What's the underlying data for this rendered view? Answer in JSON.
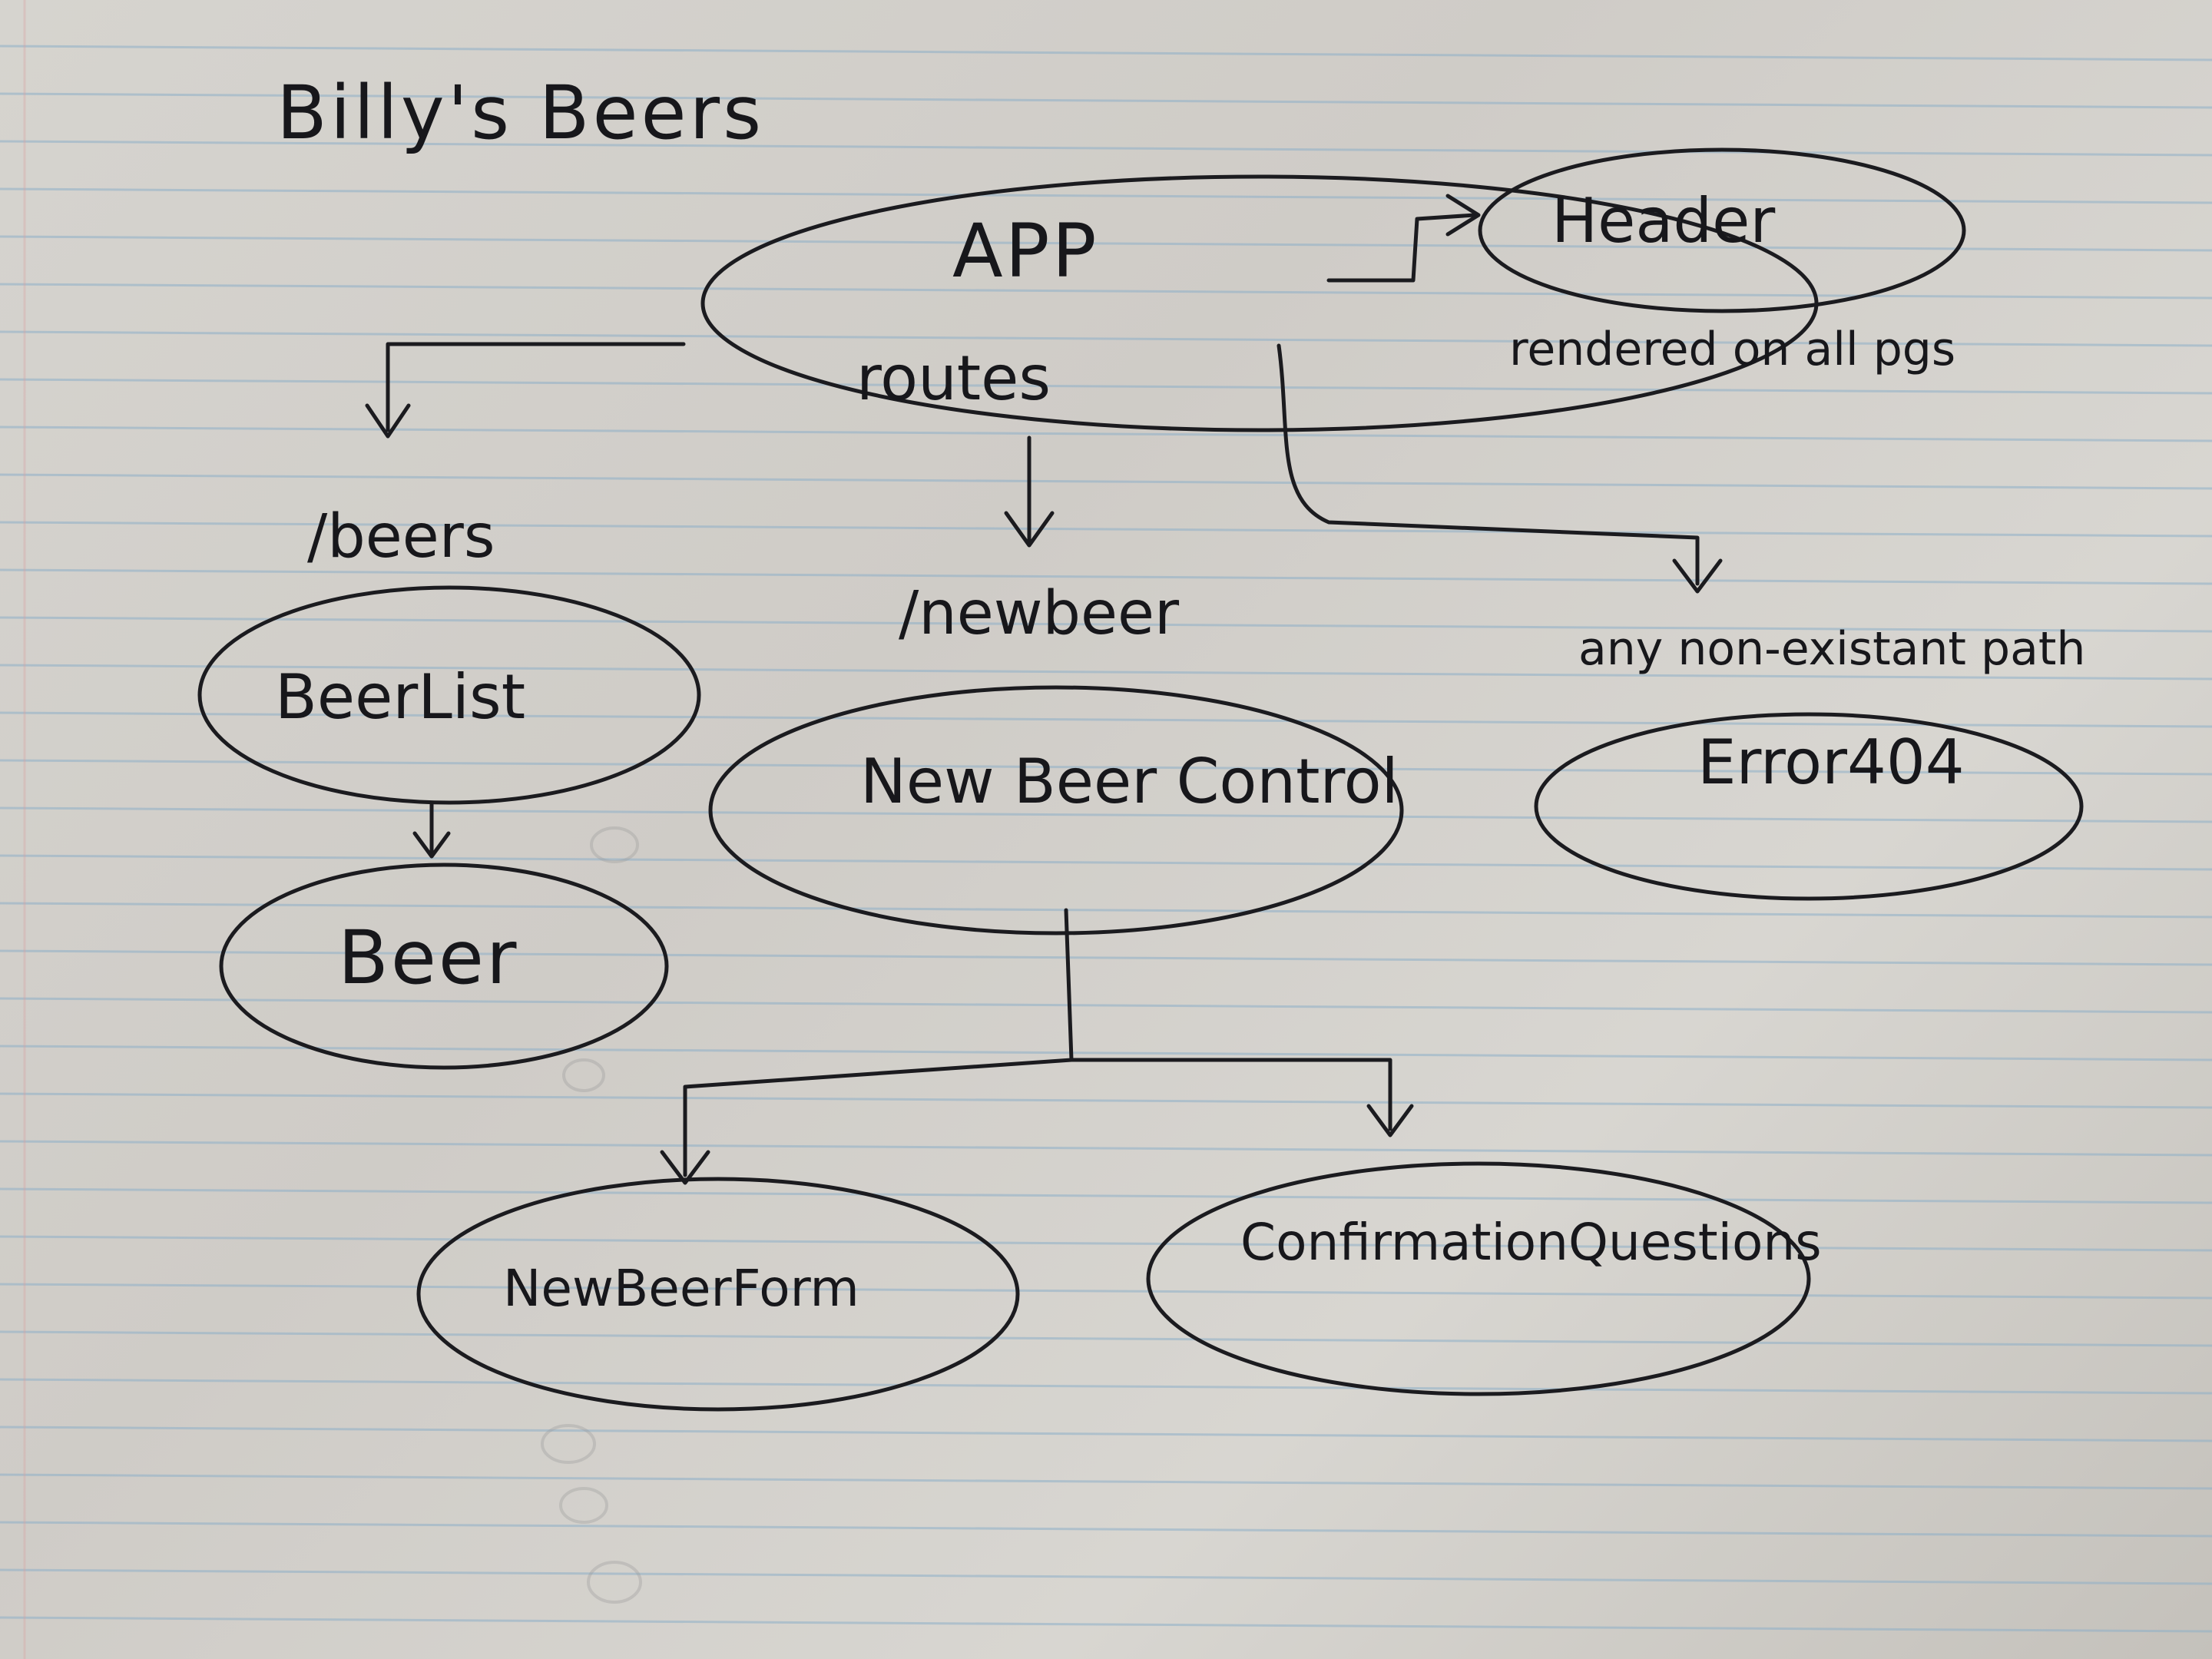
{
  "title": "Billy's Beers",
  "nodes": {
    "app": {
      "line1": "APP",
      "line2": "routes"
    },
    "header": {
      "label": "Header",
      "note": "rendered on all pgs"
    },
    "beer_list": {
      "label": "BeerList"
    },
    "beer": {
      "label": "Beer"
    },
    "new_beer_control": {
      "label": "New Beer Control"
    },
    "new_beer_form": {
      "label": "NewBeerForm"
    },
    "confirmation_questions": {
      "label": "ConfirmationQuestions"
    },
    "error404": {
      "label": "Error404"
    }
  },
  "routes": {
    "beers": "/beers",
    "newbeer": "/newbeer",
    "fallback": "any non-existant path"
  },
  "colors": {
    "ink": "#1b1b1f",
    "paper": "#d4d2cd",
    "rule_lines": "#8fb0c8"
  }
}
